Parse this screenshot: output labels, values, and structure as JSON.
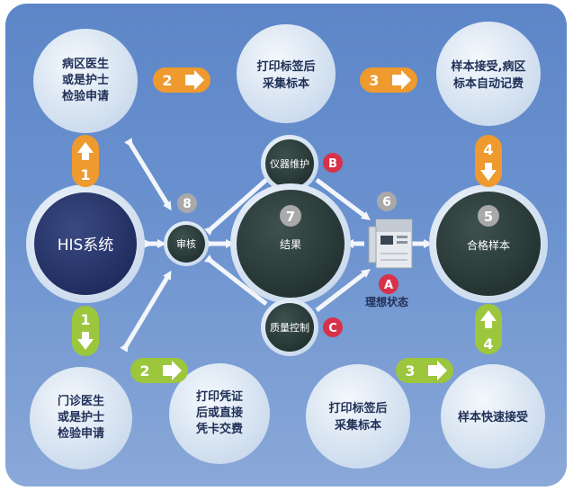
{
  "nodes": {
    "top_left": [
      "病区医生",
      "或是护士",
      "检验申请"
    ],
    "top_mid": [
      "打印标签后",
      "采集标本"
    ],
    "top_right": [
      "样本接受,病区",
      "标本自动记费"
    ],
    "his": "HIS系统",
    "review": "审核",
    "maintenance": "仪器维护",
    "result": "结果",
    "qc": "质量控制",
    "qualified": "合格样本",
    "ideal_state": "理想状态",
    "bot_left": [
      "门诊医生",
      "或是护士",
      "检验申请"
    ],
    "bot_mid": [
      "打印凭证",
      "后或直接",
      "凭卡交费"
    ],
    "bot_right_a": [
      "打印标签后",
      "采集标本"
    ],
    "bot_right_b": "样本快速接受"
  },
  "steps": {
    "top_1": "1",
    "top_2": "2",
    "top_3": "3",
    "top_4": "4",
    "bot_1": "1",
    "bot_2": "2",
    "bot_3": "3",
    "bot_4": "4",
    "n5": "5",
    "n6": "6",
    "n7": "7",
    "n8": "8"
  },
  "letters": {
    "a": "A",
    "b": "B",
    "c": "C"
  },
  "colors": {
    "panel": "#6b92cf",
    "light_circle": "#dce8f4",
    "dark_circle": "#2c3e3c",
    "step_orange": "#ee9a2e",
    "step_green": "#9cc63c",
    "letter_red": "#d8314a",
    "grey_badge": "#a9a9a9"
  }
}
